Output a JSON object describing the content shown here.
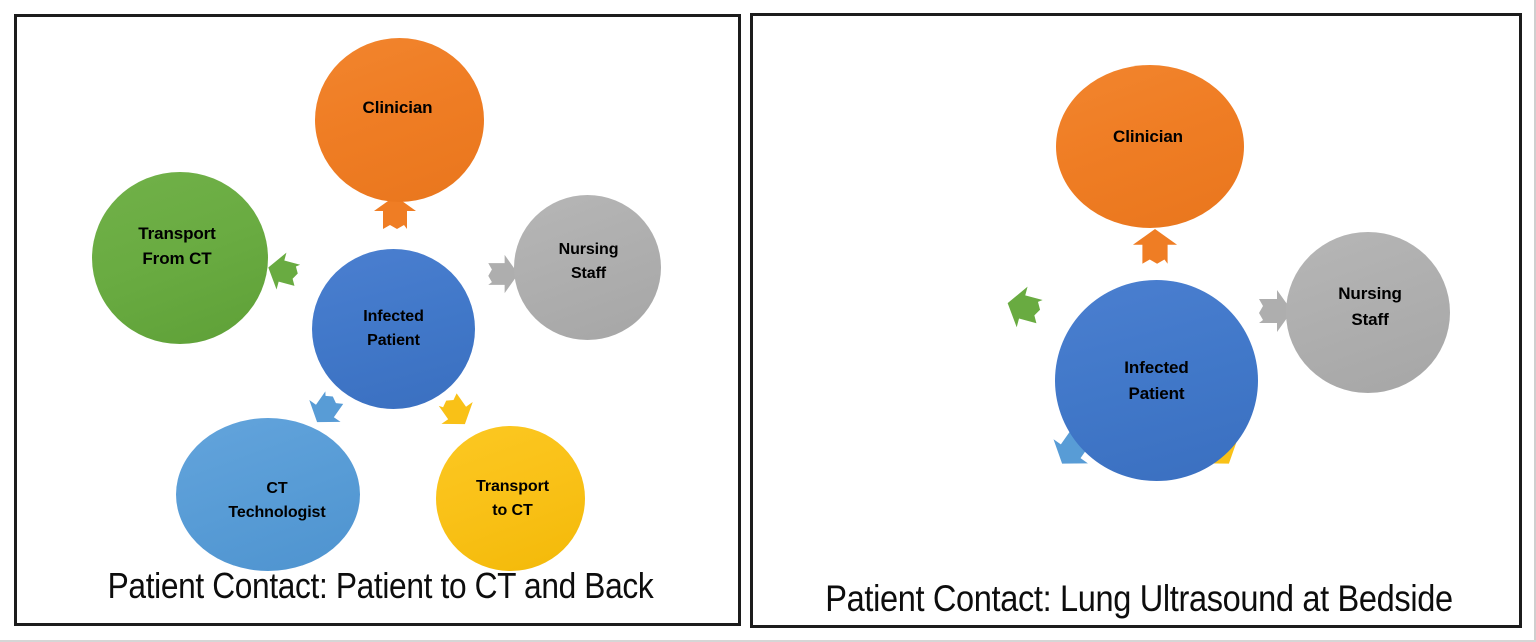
{
  "figure": {
    "type": "two-panel radial relationship diagram",
    "panels": [
      {
        "id": "left",
        "caption": "Patient Contact: Patient to CT and Back",
        "center_node": {
          "label": "Infected\nPatient",
          "color": "#4178c9"
        },
        "nodes": [
          {
            "key": "clinician",
            "label": "Clinician",
            "color": "#ef7d24",
            "position": "top"
          },
          {
            "key": "nursing-staff",
            "label": "Nursing\nStaff",
            "color": "#aeaeae",
            "position": "right"
          },
          {
            "key": "transport-to-ct",
            "label": "Transport\nto CT",
            "color": "#f9c117",
            "position": "bottom-right"
          },
          {
            "key": "ct-technologist",
            "label": "CT\nTechnologist",
            "color": "#589cd6",
            "position": "bottom-left"
          },
          {
            "key": "transport-from-ct",
            "label": "Transport\nFrom CT",
            "color": "#69ab41",
            "position": "left"
          }
        ],
        "arrows": [
          {
            "key": "arrow-clinician",
            "color": "#ef7d24",
            "direction": "up"
          },
          {
            "key": "arrow-nursing-staff",
            "color": "#aeaeae",
            "direction": "right"
          },
          {
            "key": "arrow-transport-to-ct",
            "color": "#f9c117",
            "direction": "down-right"
          },
          {
            "key": "arrow-ct-technologist",
            "color": "#589cd6",
            "direction": "down-left"
          },
          {
            "key": "arrow-transport-from-ct",
            "color": "#69ab41",
            "direction": "up-left"
          }
        ]
      },
      {
        "id": "right",
        "caption": "Patient Contact: Lung Ultrasound at Bedside",
        "center_node": {
          "label": "Infected\nPatient",
          "color": "#4178c9"
        },
        "nodes": [
          {
            "key": "clinician",
            "label": "Clinician",
            "color": "#ef7d24",
            "position": "top"
          },
          {
            "key": "nursing-staff",
            "label": "Nursing\nStaff",
            "color": "#aeaeae",
            "position": "right"
          }
        ],
        "arrows": [
          {
            "key": "arrow-clinician",
            "color": "#ef7d24",
            "direction": "up"
          },
          {
            "key": "arrow-nursing-staff",
            "color": "#aeaeae",
            "direction": "right"
          },
          {
            "key": "arrow-transport-to-ct",
            "color": "#f9c117",
            "direction": "down-right"
          },
          {
            "key": "arrow-ct-technologist",
            "color": "#589cd6",
            "direction": "down-left"
          },
          {
            "key": "arrow-transport-from-ct",
            "color": "#69ab41",
            "direction": "up-left"
          }
        ]
      }
    ]
  },
  "left": {
    "caption": "Patient Contact: Patient to CT and Back",
    "center": "Infected\nPatient",
    "clinician": "Clinician",
    "nursing_staff": "Nursing\nStaff",
    "transport_to_ct": "Transport\nto CT",
    "ct_technologist": "CT\nTechnologist",
    "transport_from_ct": "Transport\nFrom CT"
  },
  "right": {
    "caption": "Patient Contact: Lung Ultrasound at Bedside",
    "center": "Infected\nPatient",
    "clinician": "Clinician",
    "nursing_staff": "Nursing\nStaff"
  },
  "colors": {
    "orange": "#ef7d24",
    "blue": "#4178c9",
    "green": "#69ab41",
    "gray": "#aeaeae",
    "light_blue": "#589cd6",
    "yellow": "#f9c117",
    "frame": "#1c1c1c",
    "text": "#000000"
  }
}
